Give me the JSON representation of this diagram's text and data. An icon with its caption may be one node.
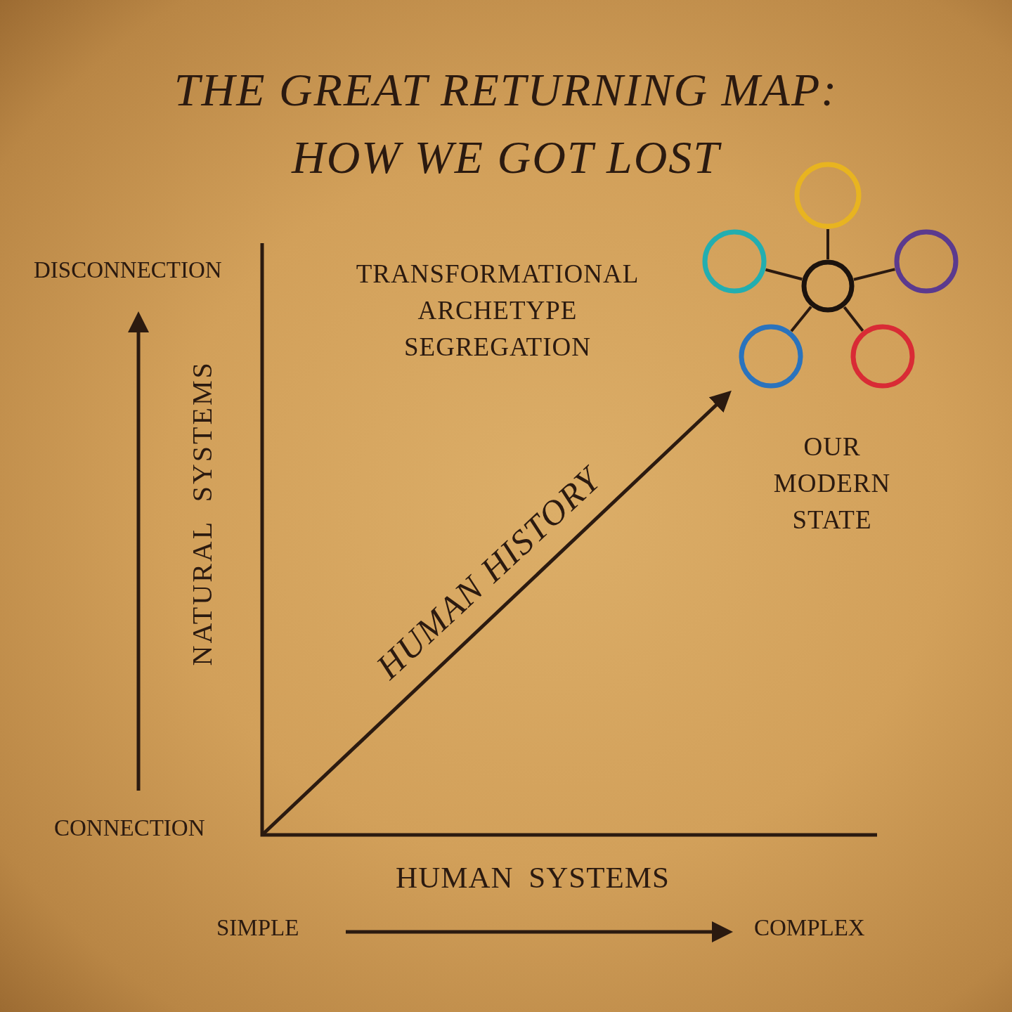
{
  "diagram": {
    "title": "THE GREAT RETURNING MAP: HOW WE GOT LOST",
    "nodes": [
      {
        "text": [],
        "shape": "circle"
      },
      {
        "text": [],
        "shape": "circle"
      },
      {
        "text": [],
        "shape": "circle"
      },
      {
        "text": [],
        "shape": "circle"
      },
      {
        "text": [],
        "shape": "circle"
      },
      {
        "text": [],
        "shape": "circle"
      }
    ],
    "edges": [
      {
        "from": 0,
        "to": 1,
        "arrow": "none"
      },
      {
        "from": 0,
        "to": 2,
        "arrow": "none"
      },
      {
        "from": 0,
        "to": 3,
        "arrow": "none"
      },
      {
        "from": 0,
        "to": 4,
        "arrow": "none"
      },
      {
        "from": 0,
        "to": 5,
        "arrow": "none"
      }
    ],
    "labels": [
      "DISCONNECTION",
      "TRANSFORMATIONAL ARCHETYPE SEGREGATION",
      "NATURAL SYSTEMS",
      "HUMAN HISTORY",
      "OUR MODERN STATE",
      "CONNECTION",
      "HUMAN SYSTEMS",
      "SIMPLE",
      "COMPLEX"
    ]
  }
}
